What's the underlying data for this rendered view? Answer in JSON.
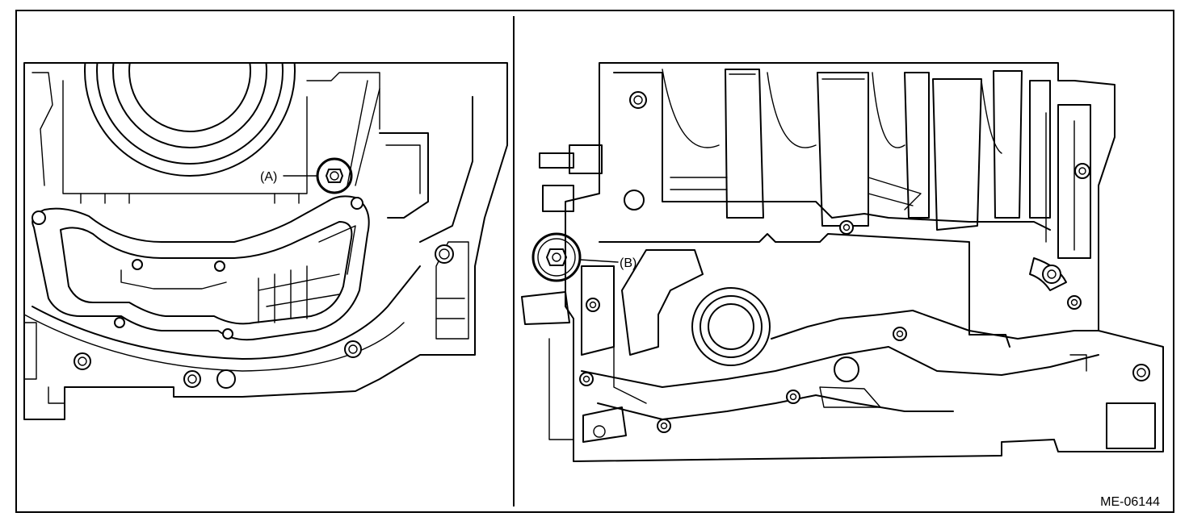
{
  "figure": {
    "code": "ME-06144",
    "callouts": {
      "a": "(A)",
      "b": "(B)"
    }
  }
}
